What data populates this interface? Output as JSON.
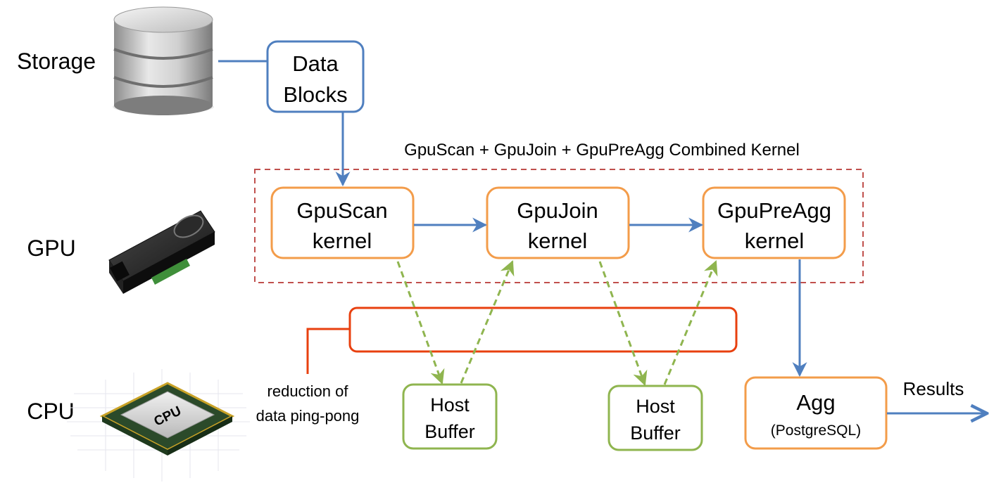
{
  "tiers": {
    "storage": "Storage",
    "gpu": "GPU",
    "cpu": "CPU"
  },
  "data_blocks": {
    "line1": "Data",
    "line2": "Blocks"
  },
  "combined_kernel_label": "GpuScan + GpuJoin + GpuPreAgg Combined Kernel",
  "kernels": {
    "scan": {
      "line1": "GpuScan",
      "line2": "kernel"
    },
    "join": {
      "line1": "GpuJoin",
      "line2": "kernel"
    },
    "preagg": {
      "line1": "GpuPreAgg",
      "line2": "kernel"
    }
  },
  "host_buffers": [
    {
      "line1": "Host",
      "line2": "Buffer"
    },
    {
      "line1": "Host",
      "line2": "Buffer"
    }
  ],
  "agg": {
    "title": "Agg",
    "subtitle": "(PostgreSQL)"
  },
  "results_label": "Results",
  "callout": {
    "line1": "reduction of",
    "line2": "data ping-pong"
  },
  "icons": {
    "cpu_chip_text": "CPU"
  },
  "colors": {
    "blue_arrow": "#4f7fbf",
    "orange_box": "#f39c4a",
    "green_box": "#8fb54f",
    "green_dash": "#8fb54f",
    "red_dash": "#c0504d",
    "red_callout": "#e8400f"
  }
}
